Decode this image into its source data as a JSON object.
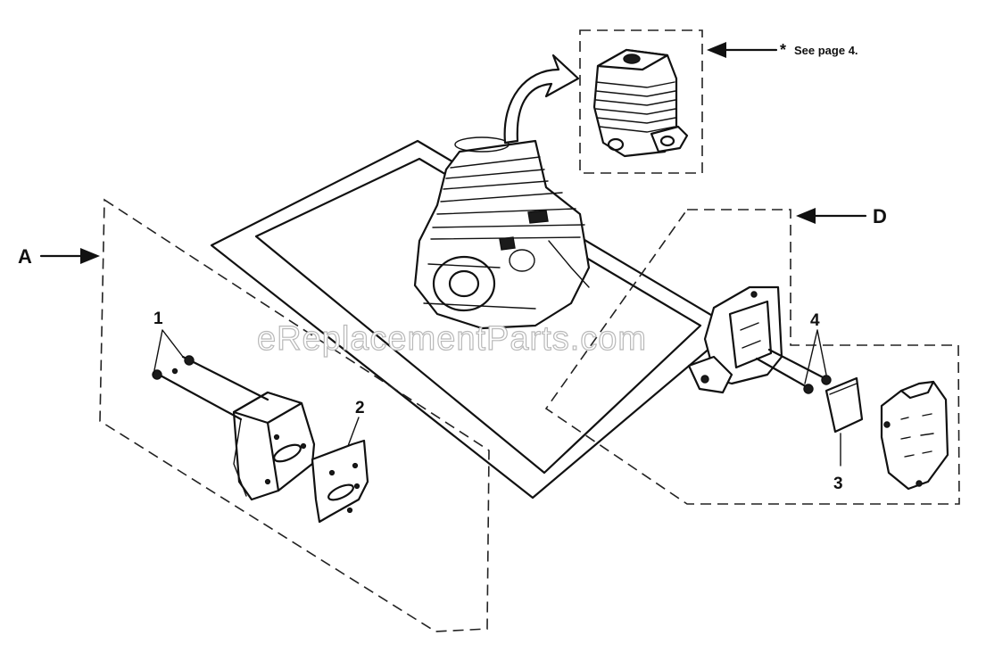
{
  "diagram": {
    "section_labels": {
      "a": "A",
      "d": "D"
    },
    "callouts": {
      "c1": "1",
      "c2": "2",
      "c3": "3",
      "c4": "4"
    },
    "note": {
      "asterisk": "*",
      "text": "See page 4."
    },
    "watermark": "eReplacementParts.com"
  },
  "colors": {
    "ink": "#111111",
    "watermark": "#b9b9b9",
    "background": "#ffffff"
  }
}
